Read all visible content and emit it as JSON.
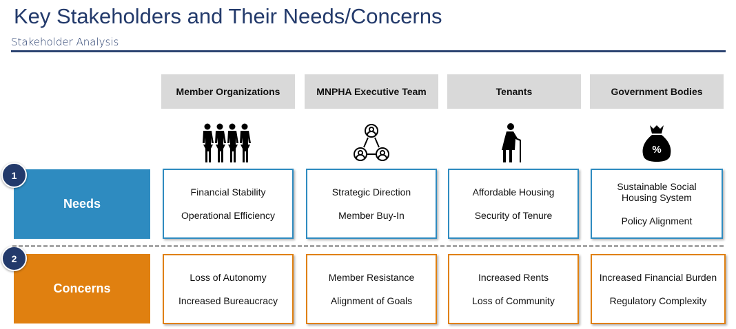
{
  "title": "Key Stakeholders and Their Needs/Concerns",
  "subtitle": "Stakeholder Analysis",
  "columns": [
    {
      "name": "Member Organizations",
      "icon": "group-people-icon",
      "needs": [
        "Financial Stability",
        "Operational Efficiency"
      ],
      "concerns": [
        "Loss of Autonomy",
        "Increased Bureaucracy"
      ]
    },
    {
      "name": "MNPHA Executive Team",
      "icon": "team-network-icon",
      "needs": [
        "Strategic Direction",
        "Member Buy-In"
      ],
      "concerns": [
        "Member Resistance",
        "Alignment of Goals"
      ]
    },
    {
      "name": "Tenants",
      "icon": "elderly-person-icon",
      "needs": [
        "Affordable Housing",
        "Security of Tenure"
      ],
      "concerns": [
        "Increased Rents",
        "Loss of Community"
      ]
    },
    {
      "name": "Government Bodies",
      "icon": "money-bag-percent-icon",
      "needs": [
        "Sustainable Social Housing System",
        "Policy Alignment"
      ],
      "concerns": [
        "Increased Financial Burden",
        "Regulatory Complexity"
      ]
    }
  ],
  "rows": {
    "needs": {
      "num": "1",
      "label": "Needs",
      "color": "#2e8bc0"
    },
    "concerns": {
      "num": "2",
      "label": "Concerns",
      "color": "#e08010"
    }
  }
}
